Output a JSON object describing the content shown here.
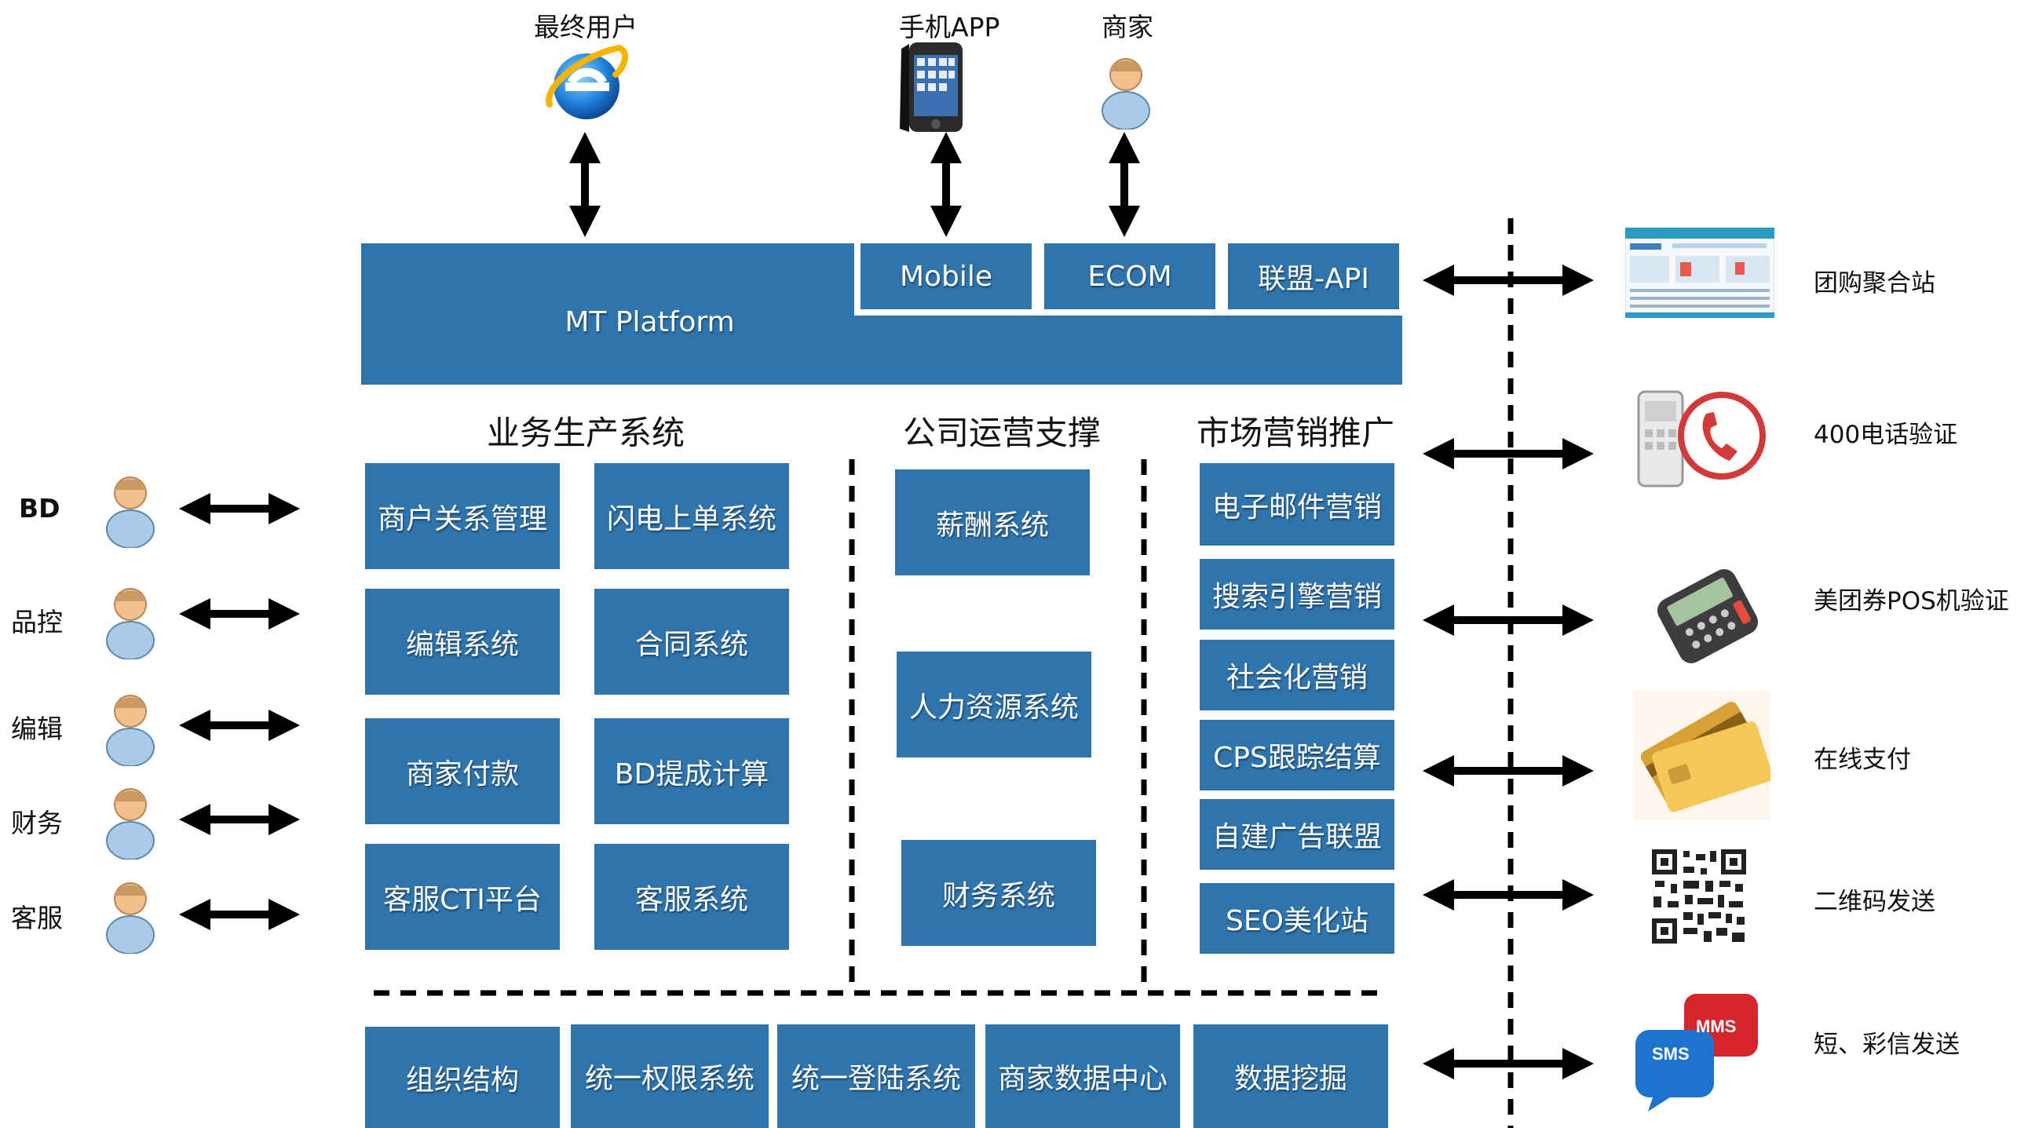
{
  "top": {
    "ie_label": "最终用户",
    "app_label": "手机APP",
    "merchant_label": "商家"
  },
  "platform": {
    "title": "MT Platform",
    "mobile": "Mobile",
    "ecom": "ECOM",
    "api": "联盟-API"
  },
  "sections": {
    "production": {
      "title": "业务生产系统",
      "items": [
        "商户关系管理",
        "闪电上单系统",
        "编辑系统",
        "合同系统",
        "商家付款",
        "BD提成计算",
        "客服CTI平台",
        "客服系统"
      ]
    },
    "operations": {
      "title": "公司运营支撑",
      "items": [
        "薪酬系统",
        "人力资源系统",
        "财务系统"
      ]
    },
    "marketing": {
      "title": "市场营销推广",
      "items": [
        "电子邮件营销",
        "搜索引擎营销",
        "社会化营销",
        "CPS跟踪结算",
        "自建广告联盟",
        "SEO美化站"
      ]
    }
  },
  "bottom": {
    "items": [
      "组织结构",
      "统一权限系统",
      "统一登陆系统",
      "商家数据中心",
      "数据挖掘"
    ]
  },
  "left_roles": [
    "BD",
    "品控",
    "编辑",
    "财务",
    "客服"
  ],
  "right_channels": [
    "团购聚合站",
    "400电话验证",
    "美团券POS机验证",
    "在线支付",
    "二维码发送",
    "短、彩信发送"
  ],
  "icons": {
    "sms_badge": "SMS",
    "mms_badge": "MMS"
  },
  "colors": {
    "box": "#2f74ad",
    "text": "#111111"
  }
}
